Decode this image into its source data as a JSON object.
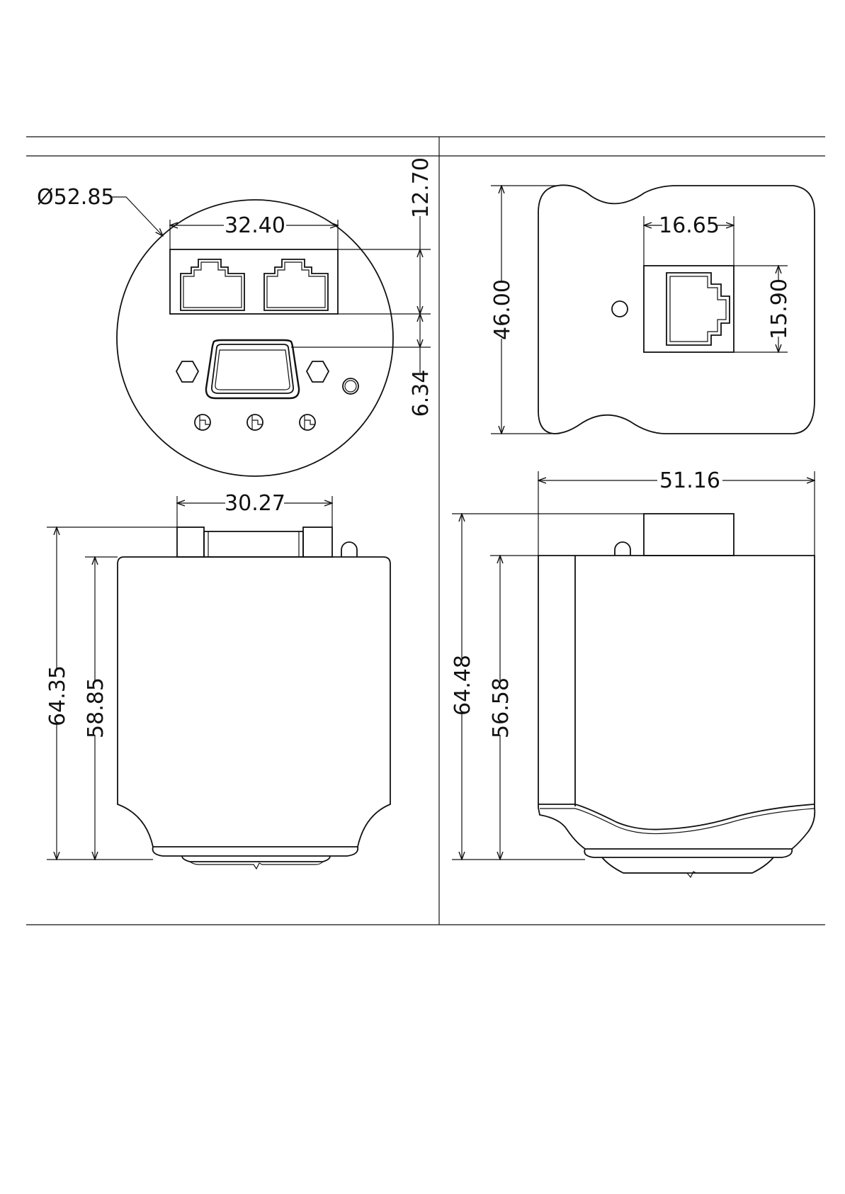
{
  "drawing": {
    "dimensions": {
      "housing_diameter": "Ø52.85",
      "rj45_pair_width": "32.40",
      "rj45_pair_height": "12.70",
      "dsub_offset": "6.34",
      "front_width": "30.27",
      "front_total_height": "64.35",
      "front_body_height": "58.85",
      "side_width": "46.00",
      "side_port_width": "16.65",
      "side_port_height": "15.90",
      "side_overall_width": "51.16",
      "side_total_height": "64.48",
      "side_body_height": "56.58"
    }
  }
}
